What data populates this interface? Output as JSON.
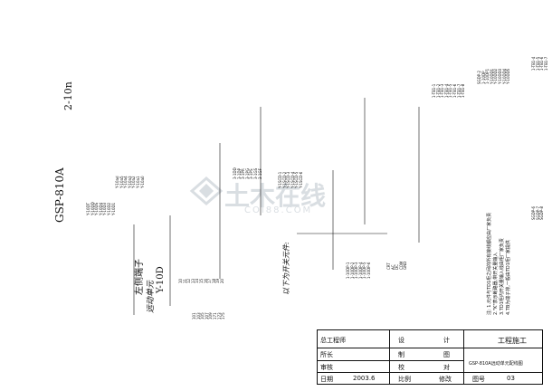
{
  "drawing": {
    "title_main": "GSP-810A",
    "title_number": "2-10n",
    "left_terminal": "左侧端子",
    "unit_name": "远动单元",
    "unit_code": "Y-10D",
    "remote_note": "以下为开关元件:",
    "note_1": "注: 1.元件与TD1柜之间的所有接线都应由厂家负责",
    "note_2": "2.\"K\"表示断路器,带开关量输入",
    "note_3": "3.TD1柜内开关量输入线由柜厂家负责",
    "note_4": "4.TB为端子排,一般由TD1柜厂家提供",
    "right_codes": [
      "1-TB1-4",
      "1-TB1-5",
      "1-TB1-6",
      "1-TB1-7"
    ],
    "col_a": [
      "Y-10DT",
      "Y-10DD",
      "Y-10DS",
      "Y-10D4",
      "Y-10D3",
      "Y-10D2",
      "Y-10D1"
    ],
    "col_b": [
      "SGDP-2",
      "1-10DP",
      "1-10DP1",
      "Y-10DD1",
      "Y-10DD2",
      "Y-10DD3",
      "Y-10DD4",
      "Y-10DD5"
    ],
    "col_c": [
      "1-TB1-1",
      "1-TB1-2",
      "1-TB1-3",
      "1-TB1-4",
      "1-TB1-5",
      "1-TB1-6",
      "1-TB1-7",
      "1-TB1-8"
    ],
    "col_d": [
      "Y-1SCD-1",
      "Y-1SCD-2",
      "Y-1SCD-3",
      "Y-1SCD-4",
      "Y-1SCD-5",
      "Y-1SCD-6"
    ],
    "col_e": [
      "Y-10ad",
      "Y-10a5",
      "Y-10a4",
      "Y-10a3",
      "Y-10a2",
      "Y-10a1",
      "Y-10a0"
    ],
    "col_f": [
      "10",
      "11",
      "12",
      "13",
      "14",
      "15",
      "16",
      "17",
      "18",
      "19",
      "20"
    ],
    "col_g": [
      "101",
      "103",
      "105",
      "107",
      "109",
      "171",
      "173",
      "175"
    ],
    "col_h": [
      "3-1DD",
      "3-1DP",
      "3-1PR",
      "3-1PG",
      "3-1PS",
      "3-1GS",
      "3-1GF"
    ],
    "col_i": [
      "1-10DP-1",
      "1-10DP-2",
      "1-10DP-3",
      "1-10DP-4",
      "1-10DP-5",
      "1-10DP-6"
    ],
    "col_j": [
      "CRT",
      "AC",
      "DC",
      "COM",
      "GND"
    ],
    "col_k": [
      "SGDP-6",
      "SGDP-7",
      "SGDP-8"
    ],
    "watermark_text": "土木在线",
    "watermark_url": "COI88.COM"
  },
  "title_block": {
    "chief_engineer": "总工程师",
    "design": "设",
    "design2": "计",
    "director": "所长",
    "draw": "制",
    "draw2": "图",
    "review": "审核",
    "proofread": "校",
    "proofread2": "对",
    "date_label": "日期",
    "date_value": "2003.6",
    "scale_label": "比例",
    "revision_label": "修改",
    "project": "工程施工",
    "drawing_name": "GSP-810A远动单元配线图",
    "figure_label": "图号",
    "figure_number": "03"
  }
}
